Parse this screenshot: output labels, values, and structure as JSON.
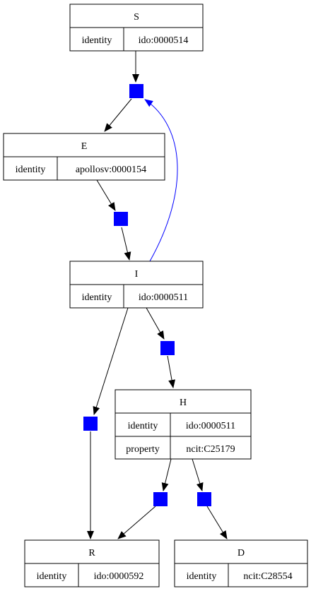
{
  "colors": {
    "stroke": "#000000",
    "control_edge": "#0000ff",
    "transition_node": "#0000ff",
    "background": "#ffffff"
  },
  "nodes": {
    "S": {
      "title": "S",
      "rows": [
        {
          "key": "identity",
          "value": "ido:0000514"
        }
      ]
    },
    "E": {
      "title": "E",
      "rows": [
        {
          "key": "identity",
          "value": "apollosv:0000154"
        }
      ]
    },
    "I": {
      "title": "I",
      "rows": [
        {
          "key": "identity",
          "value": "ido:0000511"
        }
      ]
    },
    "H": {
      "title": "H",
      "rows": [
        {
          "key": "identity",
          "value": "ido:0000511"
        },
        {
          "key": "property",
          "value": "ncit:C25179"
        }
      ]
    },
    "R": {
      "title": "R",
      "rows": [
        {
          "key": "identity",
          "value": "ido:0000592"
        }
      ]
    },
    "D": {
      "title": "D",
      "rows": [
        {
          "key": "identity",
          "value": "ncit:C28554"
        }
      ]
    }
  },
  "transitions": [
    {
      "id": "t1",
      "from": "S",
      "to": "E",
      "controller": "I"
    },
    {
      "id": "t2",
      "from": "E",
      "to": "I",
      "controller": null
    },
    {
      "id": "t3",
      "from": "I",
      "to": "H",
      "controller": null
    },
    {
      "id": "t4",
      "from": "I",
      "to": "R",
      "controller": null
    },
    {
      "id": "t5",
      "from": "H",
      "to": "R",
      "controller": null
    },
    {
      "id": "t6",
      "from": "H",
      "to": "D",
      "controller": null
    }
  ]
}
